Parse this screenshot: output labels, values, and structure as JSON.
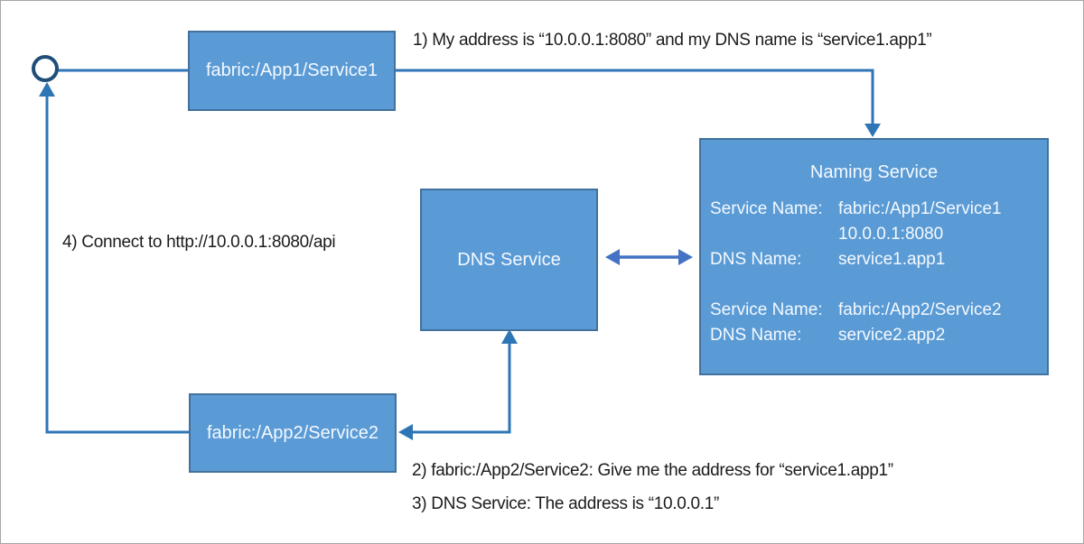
{
  "nodes": {
    "app1": {
      "label": "fabric:/App1/Service1"
    },
    "app2": {
      "label": "fabric:/App2/Service2"
    },
    "dns": {
      "label": "DNS Service"
    },
    "naming": {
      "title": "Naming Service",
      "entries": [
        {
          "label": "Service Name:",
          "value": "fabric:/App1/Service1"
        },
        {
          "label": "",
          "value": "10.0.0.1:8080"
        },
        {
          "label": "DNS Name:",
          "value": "service1.app1"
        },
        {
          "label": "Service Name:",
          "value": "fabric:/App2/Service2"
        },
        {
          "label": "DNS Name:",
          "value": "service2.app2"
        }
      ]
    }
  },
  "annotations": {
    "step1": "1) My address is “10.0.0.1:8080” and my DNS name is “service1.app1”",
    "step2": "2) fabric:/App2/Service2: Give me the address for “service1.app1”",
    "step3": "3) DNS Service: The address is “10.0.0.1”",
    "step4": "4) Connect to http://10.0.0.1:8080/api"
  },
  "colors": {
    "fill": "#5B9BD5",
    "border": "#41719C",
    "line": "#2E75B6",
    "arrow2": "#4472C4",
    "circle": "#1F4E79",
    "boxtext": "#F4F9FF",
    "ink": "#1B1B1B",
    "frame": "#A6A6A6"
  }
}
